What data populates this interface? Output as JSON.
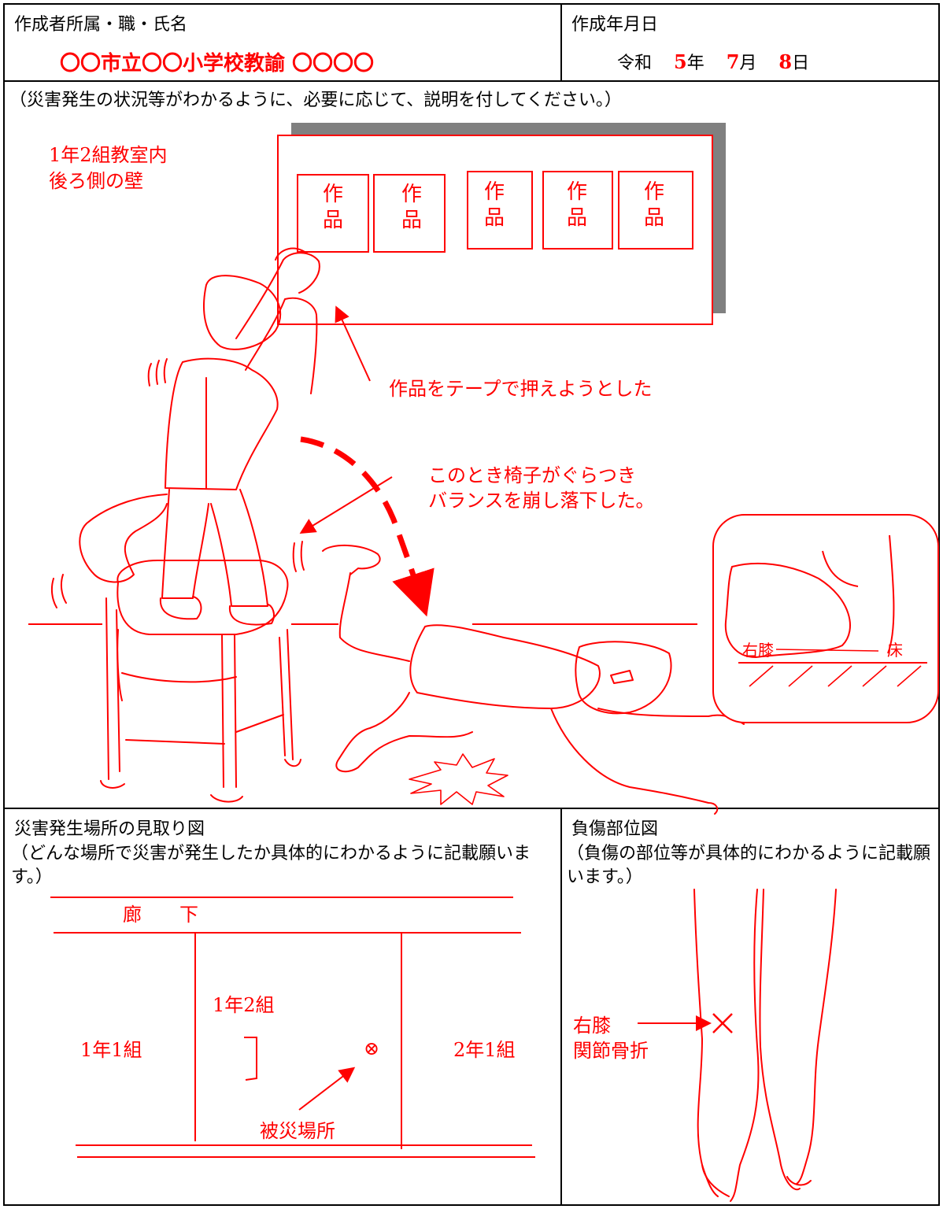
{
  "header": {
    "author_label": "作成者所属・職・氏名",
    "author_value": "〇〇市立〇〇小学校教諭 〇〇〇〇",
    "date_label": "作成年月日",
    "date": {
      "era": "令和",
      "year": "5",
      "year_unit": "年",
      "month": "7",
      "month_unit": "月",
      "day": "8",
      "day_unit": "日"
    }
  },
  "situation": {
    "instruction": "（災害発生の状況等がわかるように、必要に応じて、説明を付してください。）",
    "location_label_1": "1年2組教室内",
    "location_label_2": "後ろ側の壁",
    "artwork_label_top": "作",
    "artwork_label_bottom": "品",
    "caption_1": "作品をテープで押えようとした",
    "caption_2_line1": "このとき椅子がぐらつき",
    "caption_2_line2": "バランスを崩し落下した。",
    "inset_knee": "右膝",
    "inset_floor": "床"
  },
  "site_map": {
    "title": "災害発生場所の見取り図",
    "instruction": "（どんな場所で災害が発生したか具体的にわかるように記載願います。）",
    "corridor": "廊　　下",
    "room_left": "1年1組",
    "room_center": "1年2組",
    "room_right": "2年1組",
    "marker": "⊗",
    "incident_place": "被災場所"
  },
  "injury_map": {
    "title": "負傷部位図",
    "instruction": "（負傷の部位等が具体的にわかるように記載願います。）",
    "label_line1": "右膝",
    "label_line2": "関節骨折"
  },
  "colors": {
    "accent": "#ff0000",
    "border": "#000000",
    "shadow": "#808080"
  }
}
